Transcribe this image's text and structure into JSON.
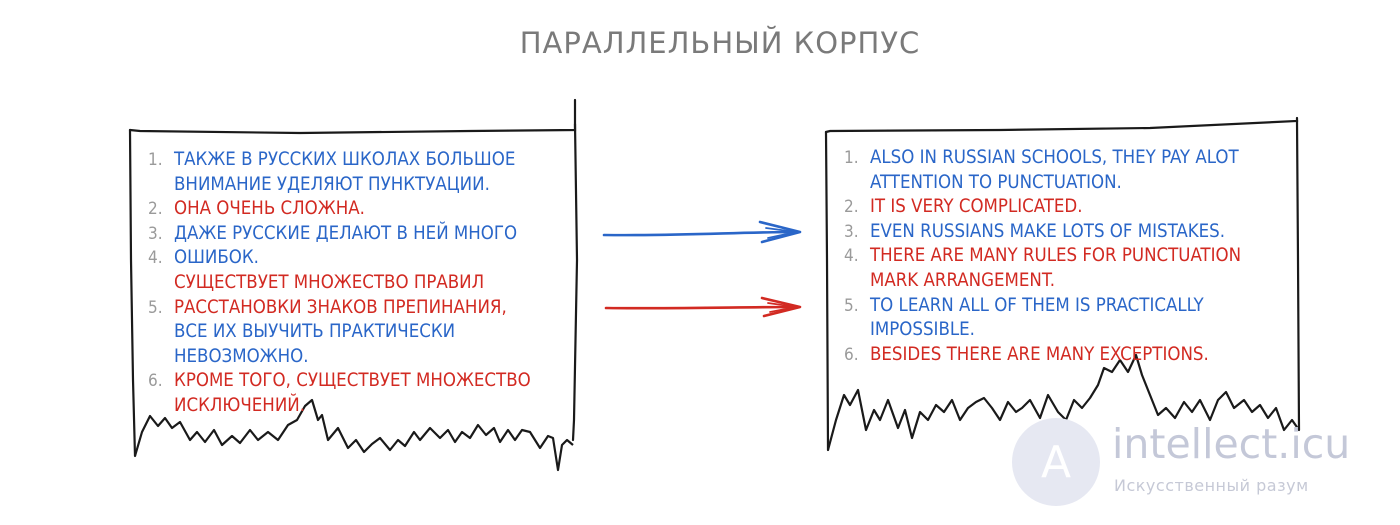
{
  "title": "Параллельный корпус",
  "colors": {
    "blue": "#2a66c8",
    "red": "#d22a22",
    "gray": "#7a7a7a"
  },
  "russian_column": [
    {
      "num": "1.",
      "text": "Также в русских школах  большое",
      "color": "blue"
    },
    {
      "num": "",
      "text": "внимание уделяют пунктуации.",
      "color": "blue"
    },
    {
      "num": "2.",
      "text": "Она очень сложна.",
      "color": "red"
    },
    {
      "num": "3.",
      "text": "Даже русские делают в ней много",
      "color": "blue"
    },
    {
      "num": "4.",
      "text": "ошибок.",
      "color": "blue"
    },
    {
      "num": "",
      "text": "Существует множество правил",
      "color": "red"
    },
    {
      "num": "5.",
      "text": "расстановки знаков препинания,",
      "color": "red"
    },
    {
      "num": "",
      "text": "все их выучить практически",
      "color": "blue"
    },
    {
      "num": "",
      "text": "невозможно.",
      "color": "blue"
    },
    {
      "num": "6.",
      "text": "Кроме того, существует множество",
      "color": "red"
    },
    {
      "num": "",
      "text": "исключений.",
      "color": "red"
    }
  ],
  "english_column": [
    {
      "num": "1.",
      "text": "Also in Russian schools, they pay alot",
      "color": "blue"
    },
    {
      "num": "",
      "text": "attention to punctuation.",
      "color": "blue"
    },
    {
      "num": "2.",
      "text": "It is very complicated.",
      "color": "red"
    },
    {
      "num": "3.",
      "text": "Even Russians make lots of mistakes.",
      "color": "blue"
    },
    {
      "num": "4.",
      "text": "There are many rules for punctuation",
      "color": "red"
    },
    {
      "num": "",
      "text": "mark arrangement.",
      "color": "red"
    },
    {
      "num": "5.",
      "text": "To learn all of them is practically",
      "color": "blue"
    },
    {
      "num": "",
      "text": "impossible.",
      "color": "blue"
    },
    {
      "num": "6.",
      "text": "Besides there are many exceptions.",
      "color": "red"
    }
  ],
  "arrows": [
    {
      "color": "blue"
    },
    {
      "color": "red"
    }
  ],
  "watermark": {
    "logo_letter": "A",
    "name": "intellect.icu",
    "tagline": "Искусственный разум"
  }
}
